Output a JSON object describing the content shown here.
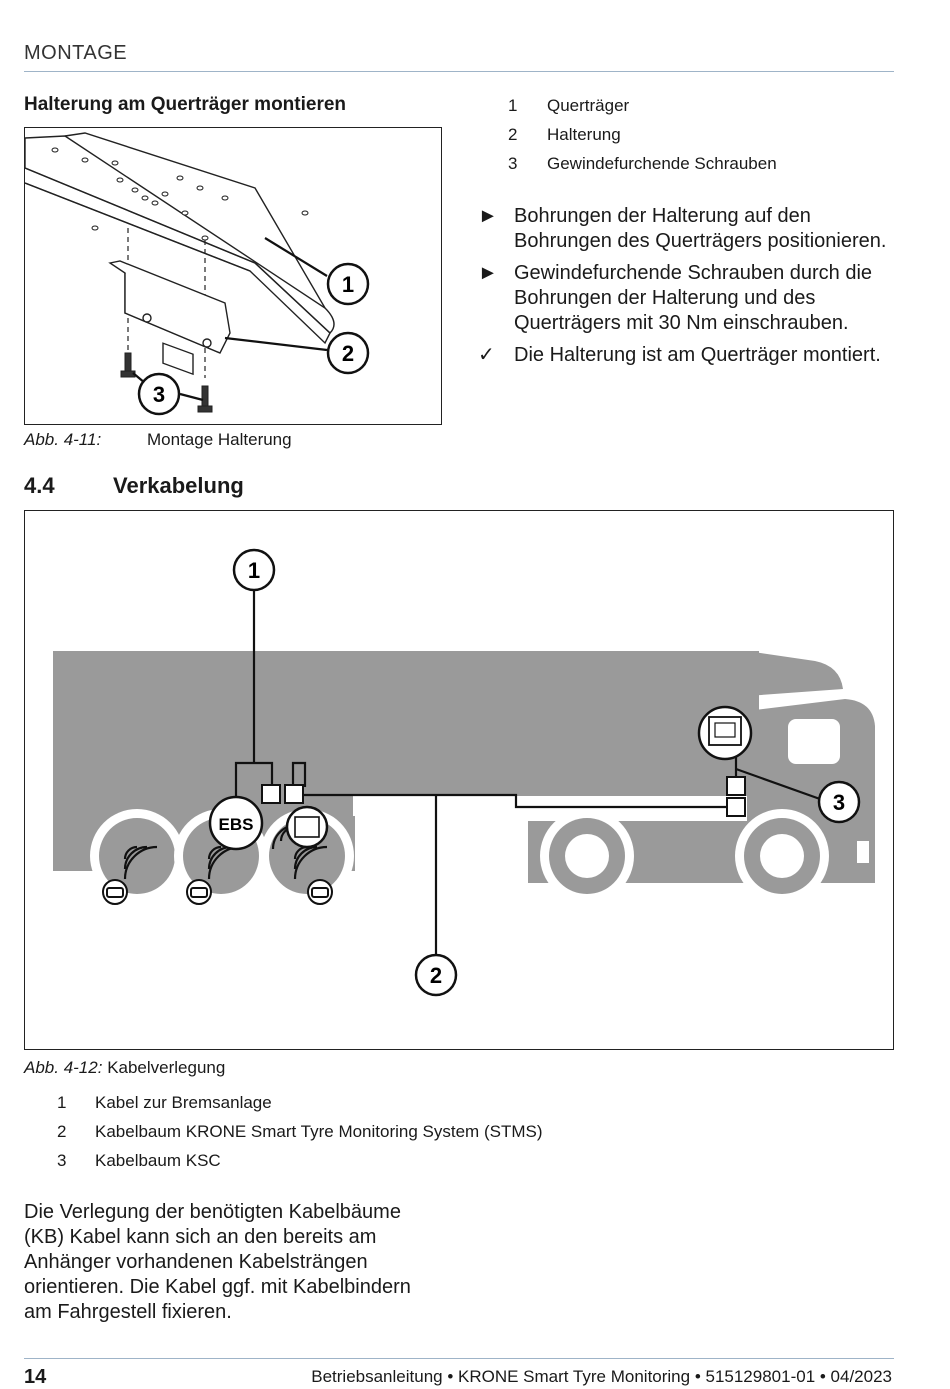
{
  "header": {
    "section": "MONTAGE"
  },
  "mount": {
    "title": "Halterung am Querträger montieren",
    "legend": [
      {
        "num": "1",
        "label": "Querträger"
      },
      {
        "num": "2",
        "label": "Halterung"
      },
      {
        "num": "3",
        "label": "Gewindefurchende Schrauben"
      }
    ],
    "steps": [
      {
        "mark": "►",
        "text": "Bohrungen der Halterung auf den Bohrungen des Querträgers positionieren."
      },
      {
        "mark": "►",
        "text": "Gewindefurchende Schrauben durch die Bohrungen der Halterung und des Querträgers mit 30 Nm einschrauben."
      },
      {
        "mark": "✓",
        "text": "Die Halterung ist am Querträger montiert."
      }
    ],
    "figure": {
      "caption_ref": "Abb. 4-11:",
      "caption_text": "Montage Halterung",
      "callouts": [
        "1",
        "2",
        "3"
      ]
    }
  },
  "wiring": {
    "number": "4.4",
    "title": "Verkabelung",
    "figure": {
      "caption_ref": "Abb. 4-12:",
      "caption_text": "Kabelverlegung",
      "ebs_label": "EBS",
      "callouts": [
        "1",
        "2",
        "3"
      ]
    },
    "legend": [
      {
        "num": "1",
        "label": "Kabel zur Bremsanlage"
      },
      {
        "num": "2",
        "label": "Kabelbaum KRONE Smart Tyre Monitoring System (STMS)"
      },
      {
        "num": "3",
        "label": "Kabelbaum KSC"
      }
    ],
    "paragraph": "Die Verlegung der benötigten Kabelbäume (KB) Kabel kann sich an den bereits am Anhänger vorhandenen Kabelsträngen orientieren. Die Kabel ggf. mit Kabelbindern am Fahrgestell fixieren."
  },
  "footer": {
    "page": "14",
    "doc": "Betriebsanleitung • KRONE Smart Tyre Monitoring • 515129801-01 • 04/2023"
  },
  "colors": {
    "rule": "#9fb4c8",
    "vehicle_gray": "#9a9a9a"
  }
}
